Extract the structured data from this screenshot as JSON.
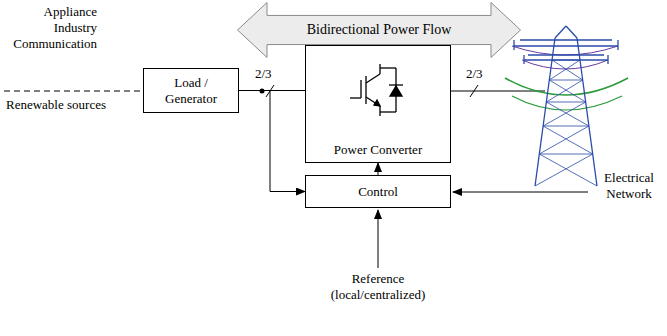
{
  "diagram": {
    "nodes": [
      {
        "text": [
          "Bidirectional Power Flow"
        ]
      },
      {
        "text": [
          "Load / Generator"
        ]
      },
      {
        "text": [
          "Power Converter"
        ]
      },
      {
        "text": [
          "Control"
        ]
      }
    ],
    "edges": [
      {
        "from": 1,
        "to": 2,
        "arrow": "none",
        "label": "2/3"
      },
      {
        "from": 1,
        "to": 3,
        "arrow": "to"
      },
      {
        "from": 3,
        "to": 2,
        "arrow": "to"
      }
    ],
    "labels": [
      "Appliance",
      "Industry",
      "Communication",
      "Renewable sources",
      "2/3",
      "Electrical Network",
      "Reference (local/centralized)"
    ]
  }
}
